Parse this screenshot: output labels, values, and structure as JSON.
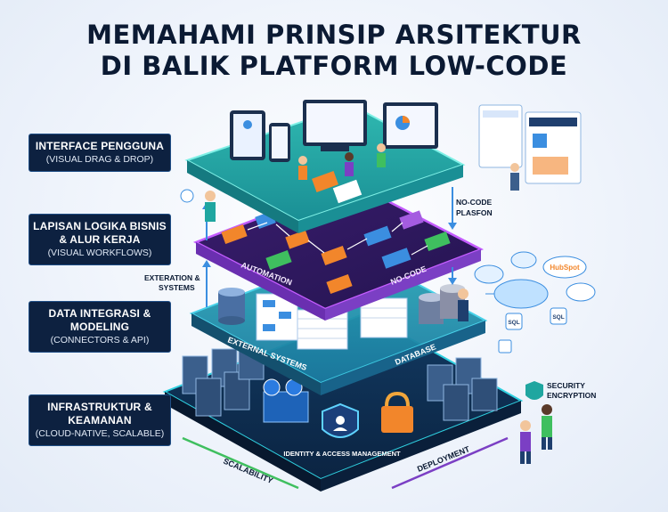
{
  "title": {
    "line1": "MEMAHAMI PRINSIP ARSITEKTUR",
    "line2": "DI BALIK PLATFORM LOW-CODE"
  },
  "layers": [
    {
      "title": "INTERFACE PENGGUNA",
      "subtitle": "(VISUAL DRAG & DROP)"
    },
    {
      "title": "LAPISAN LOGIKA BISNIS & ALUR KERJA",
      "subtitle": "(VISUAL WORKFLOWS)"
    },
    {
      "title": "DATA INTEGRASI & MODELING",
      "subtitle": "(CONNECTORS & API)"
    },
    {
      "title": "INFRASTRUKTUR & KEAMANAN",
      "subtitle": "(CLOUD-NATIVE, SCALABLE)"
    }
  ],
  "platform_labels": {
    "automation": "AUTOMATION",
    "no_code": "NO-CODE",
    "external_systems": "EXTERNAL SYSTEMS",
    "database": "DATABASE",
    "scalability": "SCALABILITY",
    "deployment": "DEPLOYMENT",
    "identity": "IDENTITY & ACCESS MANAGEMENT"
  },
  "callouts": {
    "no_code_platform": [
      "NO-CODE",
      "PLASFON"
    ],
    "exteration": [
      "EXTERATION &",
      "SYSTEMS"
    ],
    "security": [
      "SECURITY",
      "ENCRYPTION"
    ]
  },
  "cloud_services": [
    "HubSpot",
    "SQL",
    "SQL"
  ],
  "colors": {
    "teal": "#1fa6a0",
    "purple": "#7b3fc4",
    "navy": "#0d2140",
    "accent_orange": "#f2862b",
    "accent_green": "#3fbf5f"
  }
}
